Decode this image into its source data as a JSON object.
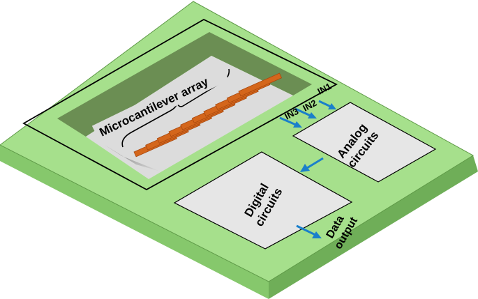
{
  "labels": {
    "array": "Microcantilever array",
    "in1": "IN1",
    "in2": "IN2",
    "in3": "IN3",
    "analog_line1": "Analog",
    "analog_line2": "circuits",
    "digital_line1": "Digital",
    "digital_line2": "circuits",
    "data_line1": "Data",
    "data_line2": "output"
  },
  "colors": {
    "chip_top": "#a6e08c",
    "chip_side_front": "#86c86c",
    "chip_side_right": "#6fae58",
    "outline": "#000000",
    "cavity_floor": "#dcdcdc",
    "cavity_wall": "#6b8e53",
    "cantilever": "#d4661b",
    "box_fill": "#e6e6e6",
    "arrow": "#1a7fcb"
  },
  "cantilever_count": 10
}
